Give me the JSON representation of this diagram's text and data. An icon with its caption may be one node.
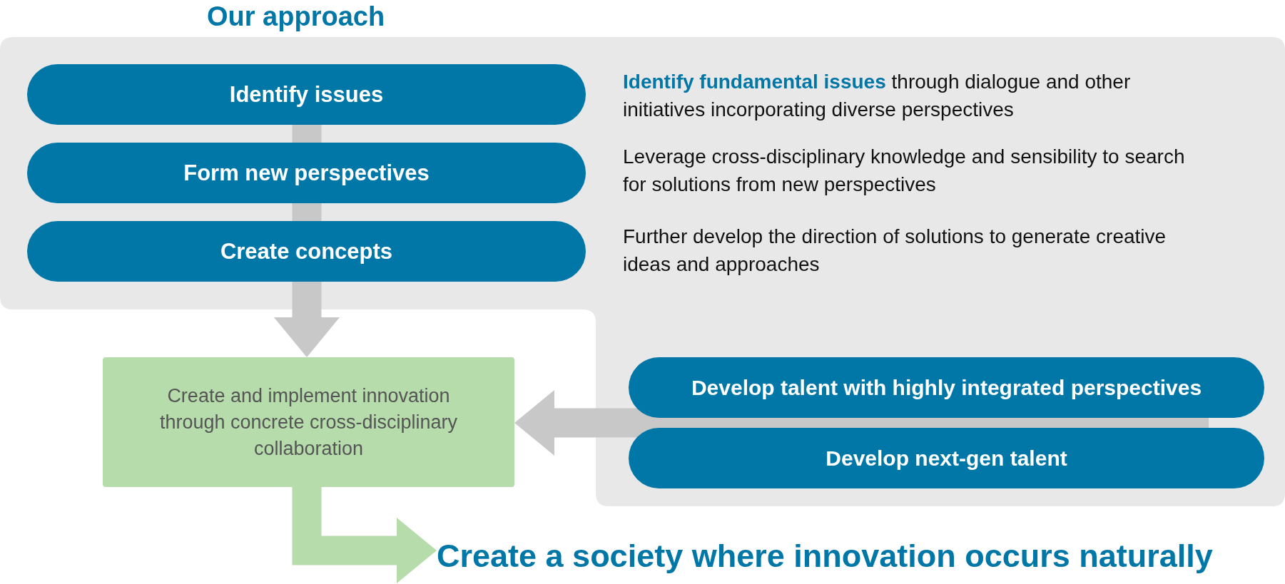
{
  "diagram": {
    "nodes": [
      {
        "text": [
          "Our approach"
        ]
      },
      {
        "text": [
          "Identify issues"
        ],
        "in": 0,
        "beside": [
          "**Identify fundamental issues** through dialogue and other initiatives incorporating diverse perspectives"
        ]
      },
      {
        "text": [
          "Form new perspectives"
        ],
        "in": 0,
        "beside": [
          "Leverage cross-disciplinary knowledge and sensibility to search for solutions from new perspectives"
        ]
      },
      {
        "text": [
          "Create concepts"
        ],
        "in": 0,
        "beside": [
          "Further develop the direction of solutions to generate creative ideas and approaches"
        ]
      },
      {
        "text": [
          "Create and implement innovation through concrete cross-disciplinary collaboration"
        ]
      },
      {
        "text": [
          "Develop talent with highly integrated perspectives"
        ],
        "in": 0
      },
      {
        "text": [
          "Develop next-gen talent"
        ],
        "in": 0
      },
      {
        "text": [
          "Create a society where innovation occurs naturally"
        ]
      }
    ],
    "edges": [
      {
        "from": 1,
        "to": 2,
        "arrow": "none"
      },
      {
        "from": 2,
        "to": 3,
        "arrow": "none"
      },
      {
        "from": 3,
        "to": 4,
        "arrow": "to"
      },
      {
        "from": 5,
        "to": 4,
        "arrow": "to"
      },
      {
        "from": 6,
        "to": 4,
        "arrow": "to"
      },
      {
        "from": 4,
        "to": 7,
        "arrow": "to",
        "color": "#b5dcaa"
      }
    ]
  }
}
